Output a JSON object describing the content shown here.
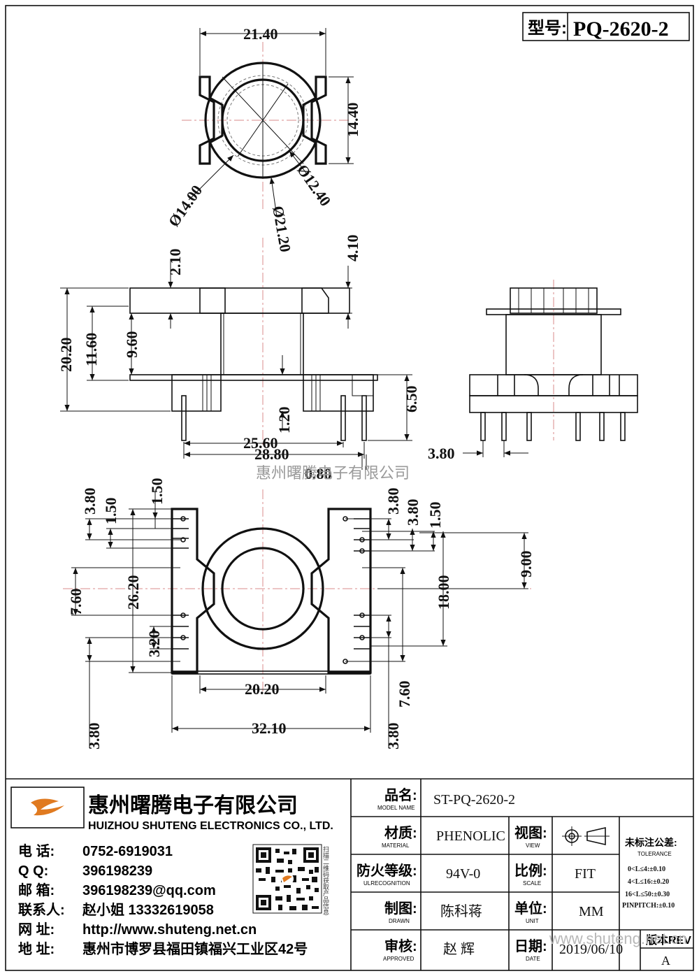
{
  "header": {
    "model_label": "型号:",
    "model_value": "PQ-2620-2"
  },
  "watermark": "惠州曙腾电子有限公司",
  "dimensions": {
    "top_width": "21.40",
    "top_height": "14.40",
    "dia_inner": "Ø14.00",
    "dia_core": "Ø12.40",
    "dia_outer": "Ø21.20",
    "side_flange_top": "2.10",
    "side_flange_right": "4.10",
    "side_total_h": "20.20",
    "side_body_h": "11.60",
    "side_window_h": "9.60",
    "side_pin_len": "6.50",
    "side_standoff": "1.20",
    "side_width_a": "25.60",
    "side_width_b": "28.80",
    "pin_dia": "0.80",
    "end_pin_pitch": "3.80",
    "bot_l_38a": "3.80",
    "bot_l_150a": "1.50",
    "bot_l_150b": "1.50",
    "bot_l_760": "7.60",
    "bot_l_2620": "26.20",
    "bot_l_320": "3.20",
    "bot_l_38b": "3.80",
    "bot_r_38a": "3.80",
    "bot_r_38b": "3.80",
    "bot_r_150": "1.50",
    "bot_r_900": "9.00",
    "bot_r_1800": "18.00",
    "bot_r_760": "7.60",
    "bot_r_38c": "3.80",
    "bot_w_2020": "20.20",
    "bot_w_3210": "32.10"
  },
  "company": {
    "name_cn": "惠州曙腾电子有限公司",
    "name_en": "HUIZHOU SHUTENG ELECTRONICS CO., LTD.",
    "contacts": [
      {
        "label": "电    话:",
        "value": "0752-6919031"
      },
      {
        "label": "Q     Q:",
        "value": "396198239"
      },
      {
        "label": "邮    箱:",
        "value": "396198239@qq.com"
      },
      {
        "label": "联系人:",
        "value": "赵小姐 13332619058"
      },
      {
        "label": "网    址:",
        "value": "http://www.shuteng.net.cn"
      },
      {
        "label": "地    址:",
        "value": "惠州市博罗县福田镇福兴工业区42号"
      }
    ],
    "qr_caption": "扫描二维码获取产品信息"
  },
  "title_block": {
    "model_name_cn": "品名:",
    "model_name_en": "MODEL NAME",
    "model_name_val": "ST-PQ-2620-2",
    "material_cn": "材质:",
    "material_en": "MATERIAL",
    "material_val": "PHENOLIC",
    "view_cn": "视图:",
    "view_en": "VIEW",
    "tolerance_cn": "未标注公差:",
    "tolerance_en": "TOLERANCE",
    "tolerances": [
      "0<L≤4:±0.10",
      "4<L≤16:±0.20",
      "16<L≤50:±0.30",
      "PINPITCH:±0.10"
    ],
    "ul_cn": "防火等级:",
    "ul_en": "ULRECOGNITION",
    "ul_val": "94V-0",
    "scale_cn": "比例:",
    "scale_en": "SCALE",
    "scale_val": "FIT",
    "drawn_cn": "制图:",
    "drawn_en": "DRAWN",
    "drawn_val": "陈科蒋",
    "unit_cn": "单位:",
    "unit_en": "UNIT",
    "unit_val": "MM",
    "approved_cn": "审核:",
    "approved_en": "APPROVED",
    "approved_val": "赵  辉",
    "date_cn": "日期:",
    "date_en": "DATE",
    "date_val": "2019/06/10",
    "rev_cn": "版本REV",
    "rev_val": "A",
    "site_watermark": "www.shuteng.net.cn"
  }
}
